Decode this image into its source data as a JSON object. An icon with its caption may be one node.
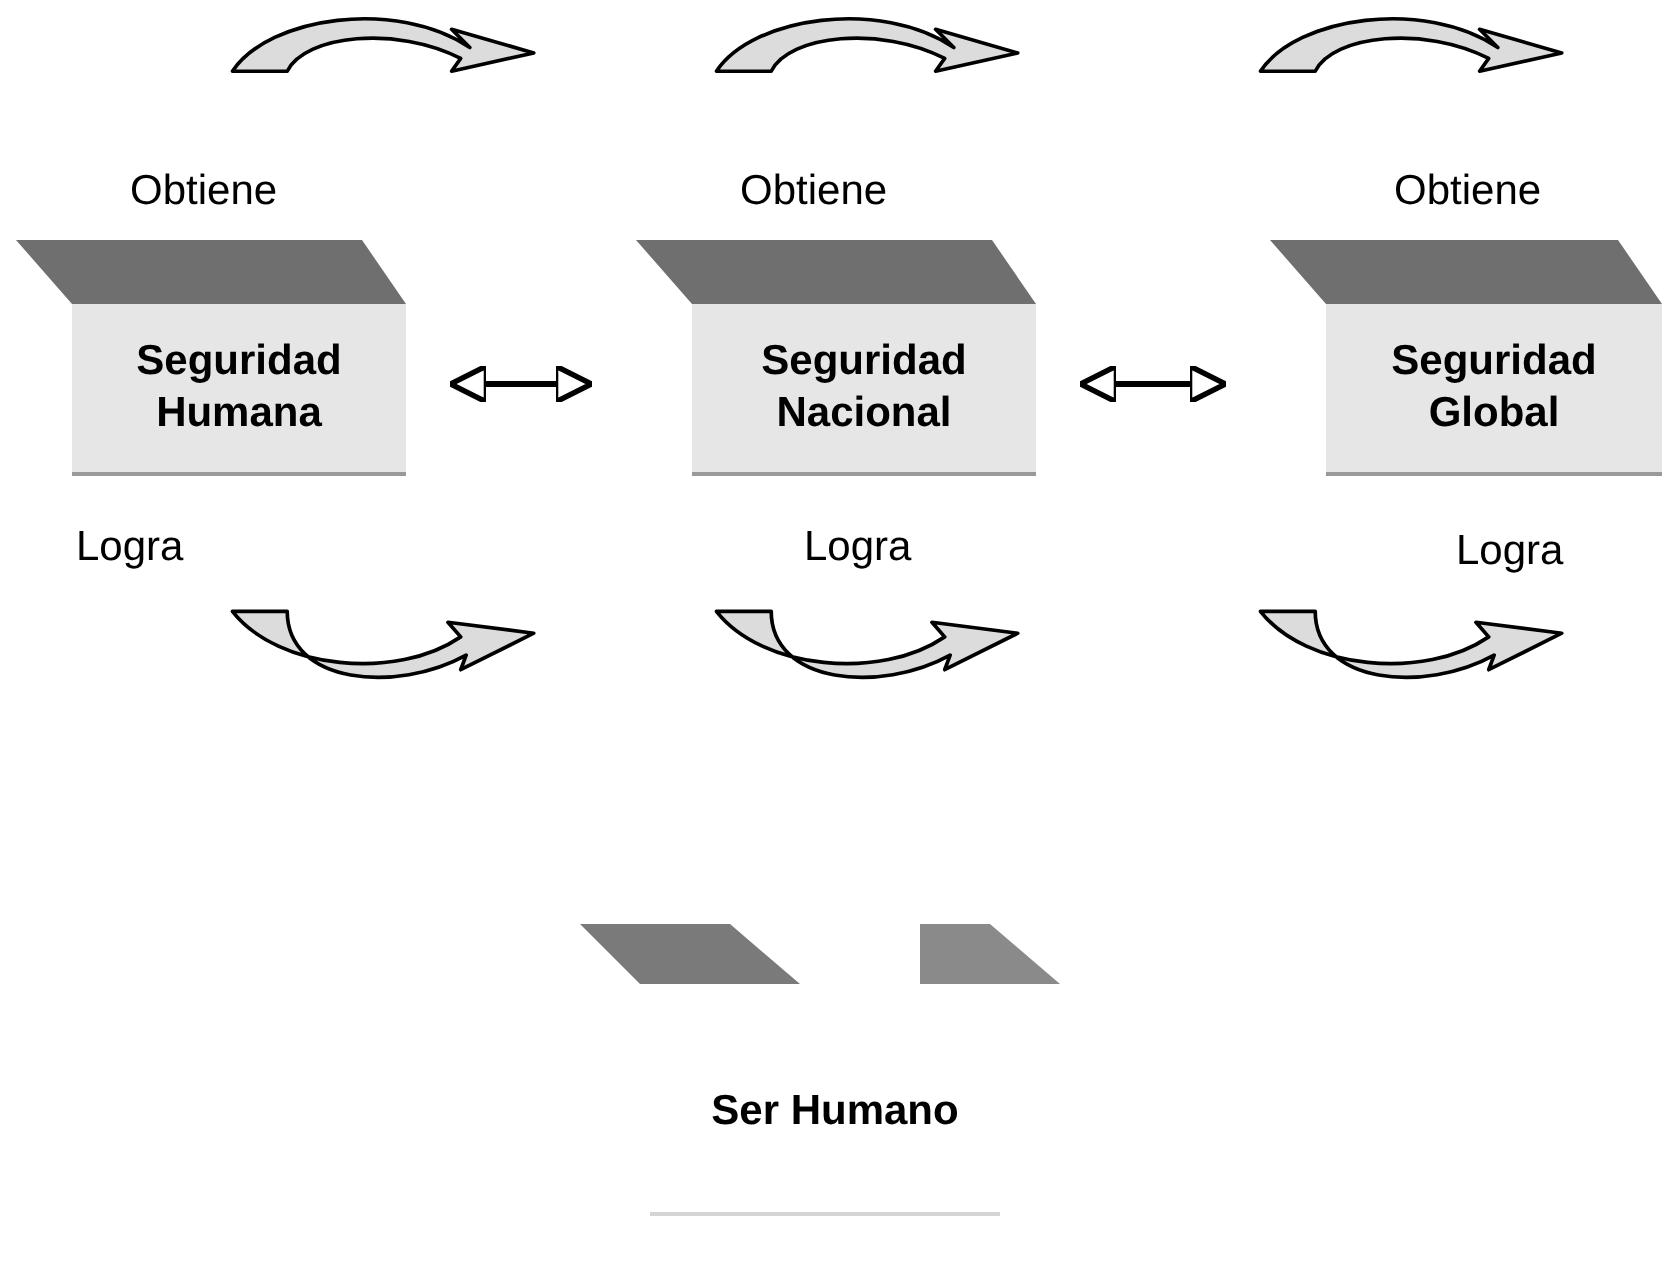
{
  "diagram": {
    "nodes": [
      {
        "text": [
          "Seguridad Humana"
        ],
        "beside": [
          "Obtiene",
          "Logra"
        ]
      },
      {
        "text": [
          "Seguridad Nacional"
        ],
        "beside": [
          "Obtiene",
          "Logra"
        ]
      },
      {
        "text": [
          "Seguridad Global"
        ],
        "beside": [
          "Obtiene",
          "Logra"
        ]
      },
      {
        "text": [
          "Ser Humano"
        ]
      }
    ],
    "edges": [
      {
        "from": 0,
        "to": 1,
        "arrow": "both"
      },
      {
        "from": 1,
        "to": 2,
        "arrow": "both"
      }
    ]
  }
}
